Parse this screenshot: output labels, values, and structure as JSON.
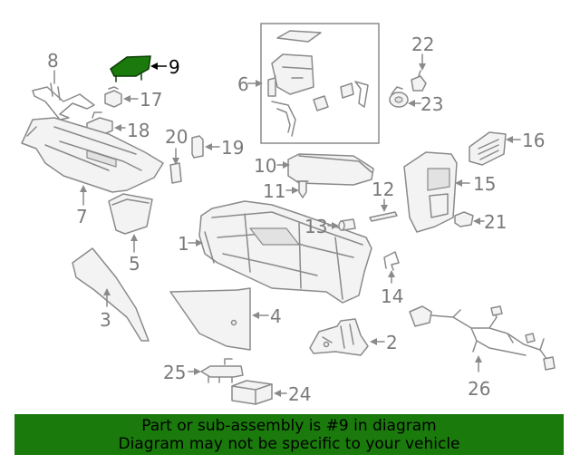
{
  "diagram": {
    "highlight_color": "#1a7a0c",
    "callouts": [
      {
        "id": "c1",
        "label": "1"
      },
      {
        "id": "c2",
        "label": "2"
      },
      {
        "id": "c3",
        "label": "3"
      },
      {
        "id": "c4",
        "label": "4"
      },
      {
        "id": "c5",
        "label": "5"
      },
      {
        "id": "c6",
        "label": "6"
      },
      {
        "id": "c7",
        "label": "7"
      },
      {
        "id": "c8",
        "label": "8"
      },
      {
        "id": "c9",
        "label": "9",
        "highlighted": true
      },
      {
        "id": "c10",
        "label": "10"
      },
      {
        "id": "c11",
        "label": "11"
      },
      {
        "id": "c12",
        "label": "12"
      },
      {
        "id": "c13",
        "label": "13"
      },
      {
        "id": "c14",
        "label": "14"
      },
      {
        "id": "c15",
        "label": "15"
      },
      {
        "id": "c16",
        "label": "16"
      },
      {
        "id": "c17",
        "label": "17"
      },
      {
        "id": "c18",
        "label": "18"
      },
      {
        "id": "c19",
        "label": "19"
      },
      {
        "id": "c20",
        "label": "20"
      },
      {
        "id": "c21",
        "label": "21"
      },
      {
        "id": "c22",
        "label": "22"
      },
      {
        "id": "c23",
        "label": "23"
      },
      {
        "id": "c24",
        "label": "24"
      },
      {
        "id": "c25",
        "label": "25"
      },
      {
        "id": "c26",
        "label": "26"
      }
    ]
  },
  "banner": {
    "line1": "Part or sub-assembly is #9 in diagram",
    "line2": "Diagram may not be specific to your vehicle",
    "background": "#1a7a0c"
  }
}
